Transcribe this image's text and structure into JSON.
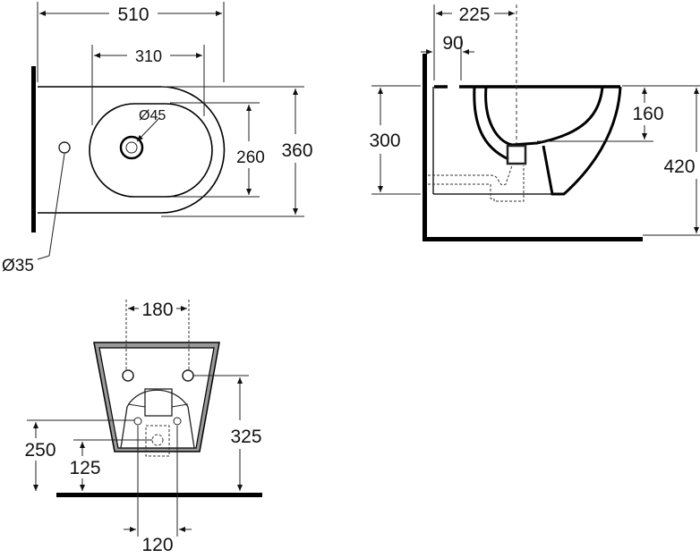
{
  "top_view": {
    "width_total": "510",
    "width_bowl": "310",
    "drain_diameter": "Ø45",
    "bowl_depth": "260",
    "depth_total": "360",
    "tap_hole_diameter": "Ø35"
  },
  "side_view": {
    "drain_offset": "225",
    "fixing_offset": "90",
    "fixing_height": "300",
    "bowl_height": "160",
    "total_height": "420"
  },
  "front_view": {
    "fixing_spacing": "180",
    "fixing_height": "325",
    "inlet_height": "250",
    "waste_height": "125",
    "inlet_spacing": "120"
  }
}
